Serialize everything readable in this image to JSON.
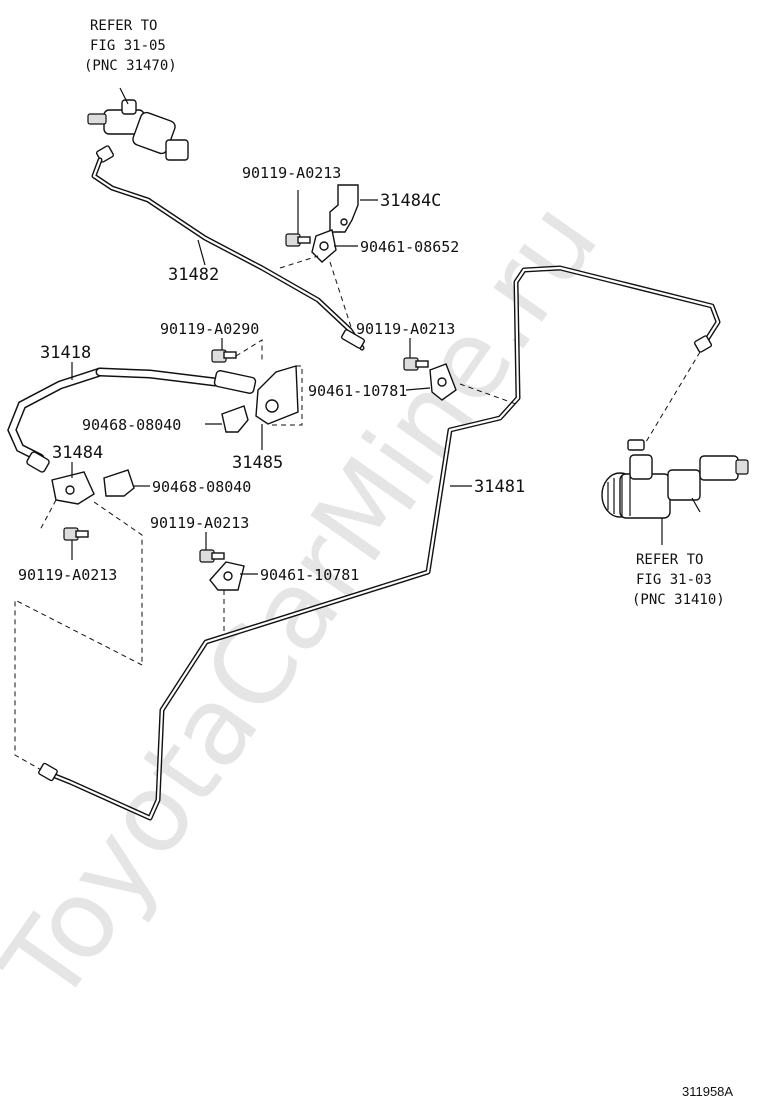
{
  "watermark": "ToyotaCarMine.ru",
  "figure_code": "311958A",
  "references": {
    "top": [
      "REFER TO",
      "FIG 31-05",
      "(PNC 31470)"
    ],
    "right": [
      "REFER TO",
      "FIG 31-03",
      "(PNC 31410)"
    ]
  },
  "part_labels": {
    "p90119_a0213_top": "90119-A0213",
    "p31484c": "31484C",
    "p90461_08652": "90461-08652",
    "p31482": "31482",
    "p90119_a0290": "90119-A0290",
    "p90119_a0213_mid": "90119-A0213",
    "p31418": "31418",
    "p90461_10781_mid": "90461-10781",
    "p90468_08040_a": "90468-08040",
    "p31485": "31485",
    "p31484": "31484",
    "p31481": "31481",
    "p90468_08040_b": "90468-08040",
    "p90119_a0213_low": "90119-A0213",
    "p90119_a0213_left": "90119-A0213",
    "p90461_10781_low": "90461-10781"
  }
}
